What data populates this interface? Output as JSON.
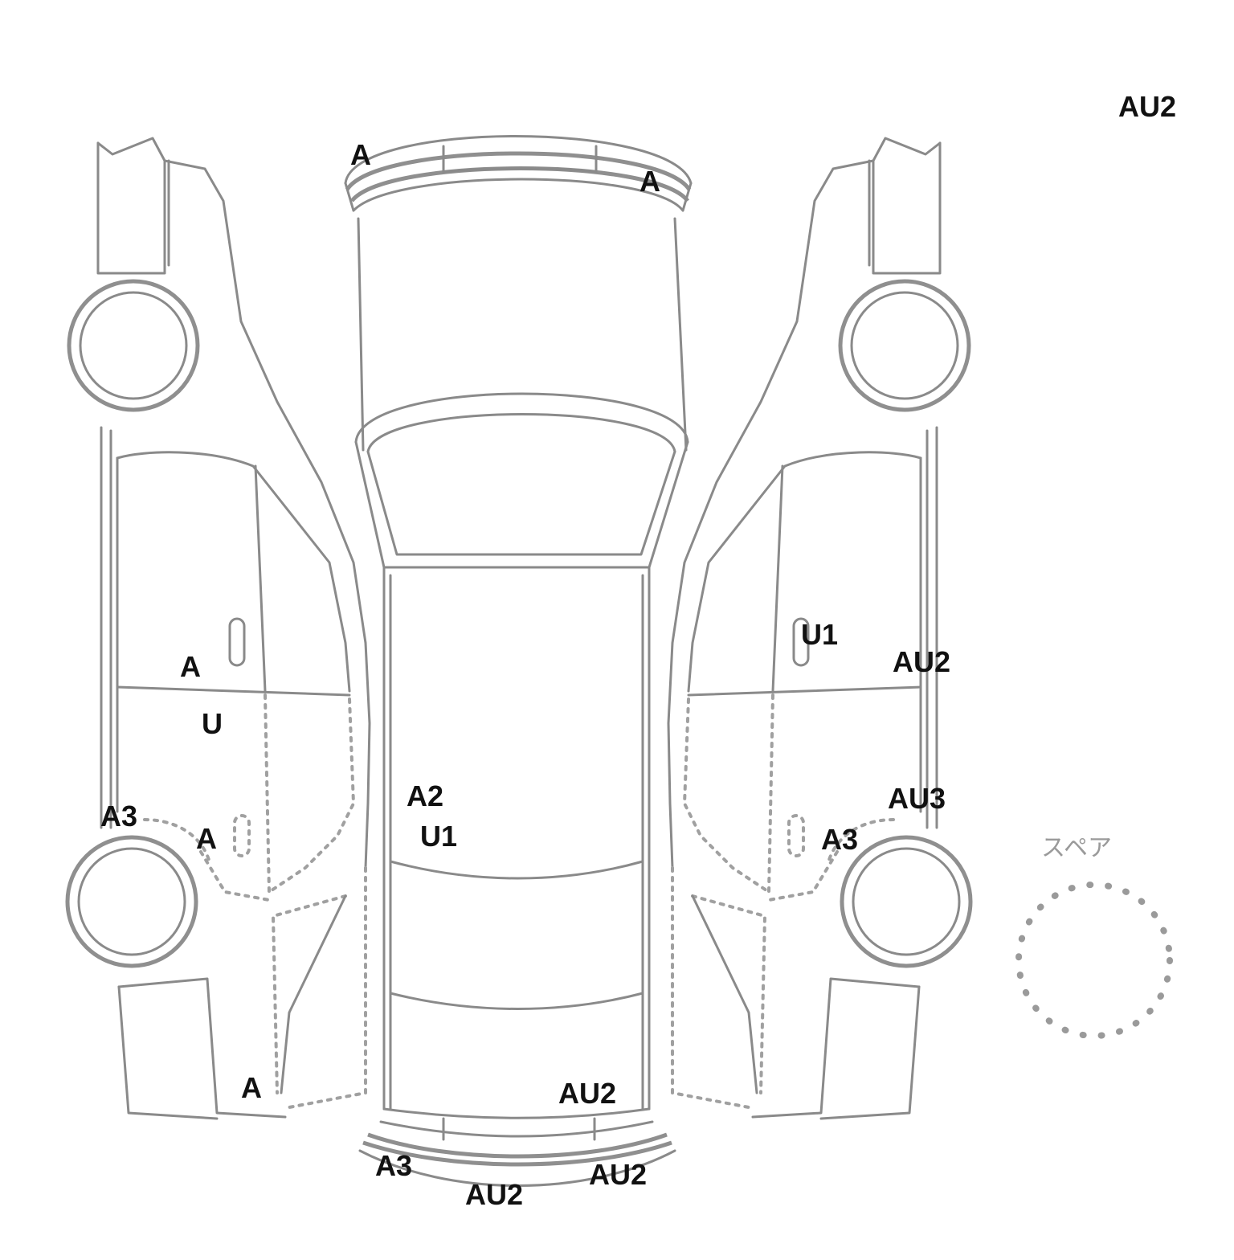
{
  "diagram": {
    "spare_label": "スペア",
    "marks": [
      {
        "id": "top-right-corner",
        "code": "AU2"
      },
      {
        "id": "front-bumper-left",
        "code": "A"
      },
      {
        "id": "front-bumper-right",
        "code": "A"
      },
      {
        "id": "left-door-upper",
        "code": "A"
      },
      {
        "id": "left-door-lower",
        "code": "U"
      },
      {
        "id": "left-rear-wheel-arch",
        "code": "A3"
      },
      {
        "id": "left-rear-quarter",
        "code": "A"
      },
      {
        "id": "left-rear-lower",
        "code": "A"
      },
      {
        "id": "roof-center-1",
        "code": "A2"
      },
      {
        "id": "roof-center-2",
        "code": "U1"
      },
      {
        "id": "right-door-handle",
        "code": "U1"
      },
      {
        "id": "right-door-edge",
        "code": "AU2"
      },
      {
        "id": "right-rear-pillar",
        "code": "AU3"
      },
      {
        "id": "right-rear-wheel-arch",
        "code": "A3"
      },
      {
        "id": "rear-deck",
        "code": "AU2"
      },
      {
        "id": "rear-bumper-left",
        "code": "A3"
      },
      {
        "id": "rear-bumper-center",
        "code": "AU2"
      },
      {
        "id": "rear-bumper-right",
        "code": "AU2"
      }
    ]
  }
}
